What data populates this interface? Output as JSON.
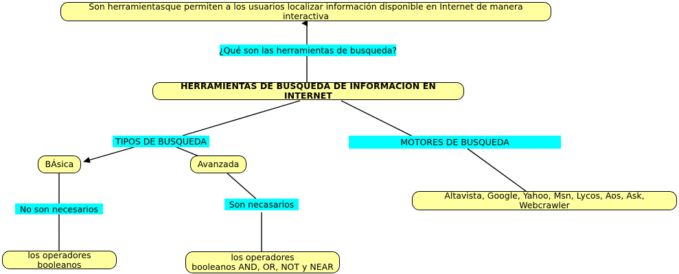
{
  "diagram": {
    "title": "HERRAMIENTAS DE BUSQUEDA DE INFORMACION EN INTERNET",
    "colors": {
      "concept_fill": "#ffffa0",
      "link_fill": "#00ffff",
      "stroke": "#000000",
      "background": "#ffffff"
    }
  },
  "nodes": {
    "definition": "Son herramientasque permiten a los usuarios  localizar información disponible en Internet de  manera interactiva",
    "question": "¿Qué son las herramientas de busqueda?",
    "root": "HERRAMIENTAS DE BUSQUEDA DE INFORMACION EN INTERNET",
    "tipos_busqueda": "TIPOS DE BUSQUEDA",
    "motores_busqueda": "MOTORES DE BUSQUEDA",
    "basica": "BÁsica",
    "avanzada": "Avanzada",
    "no_son_necesarios": "No son necesarios",
    "son_necasarios": "Son necasarios",
    "operadores_booleanos": "los operadores booleanos",
    "operadores_booleanos_lista": "los operadores\nbooleanos AND, OR, NOT y NEAR",
    "motores_lista": "Altavista, Google, Yahoo,  Msn, Lycos, Aos, Ask, Webcrawler"
  }
}
